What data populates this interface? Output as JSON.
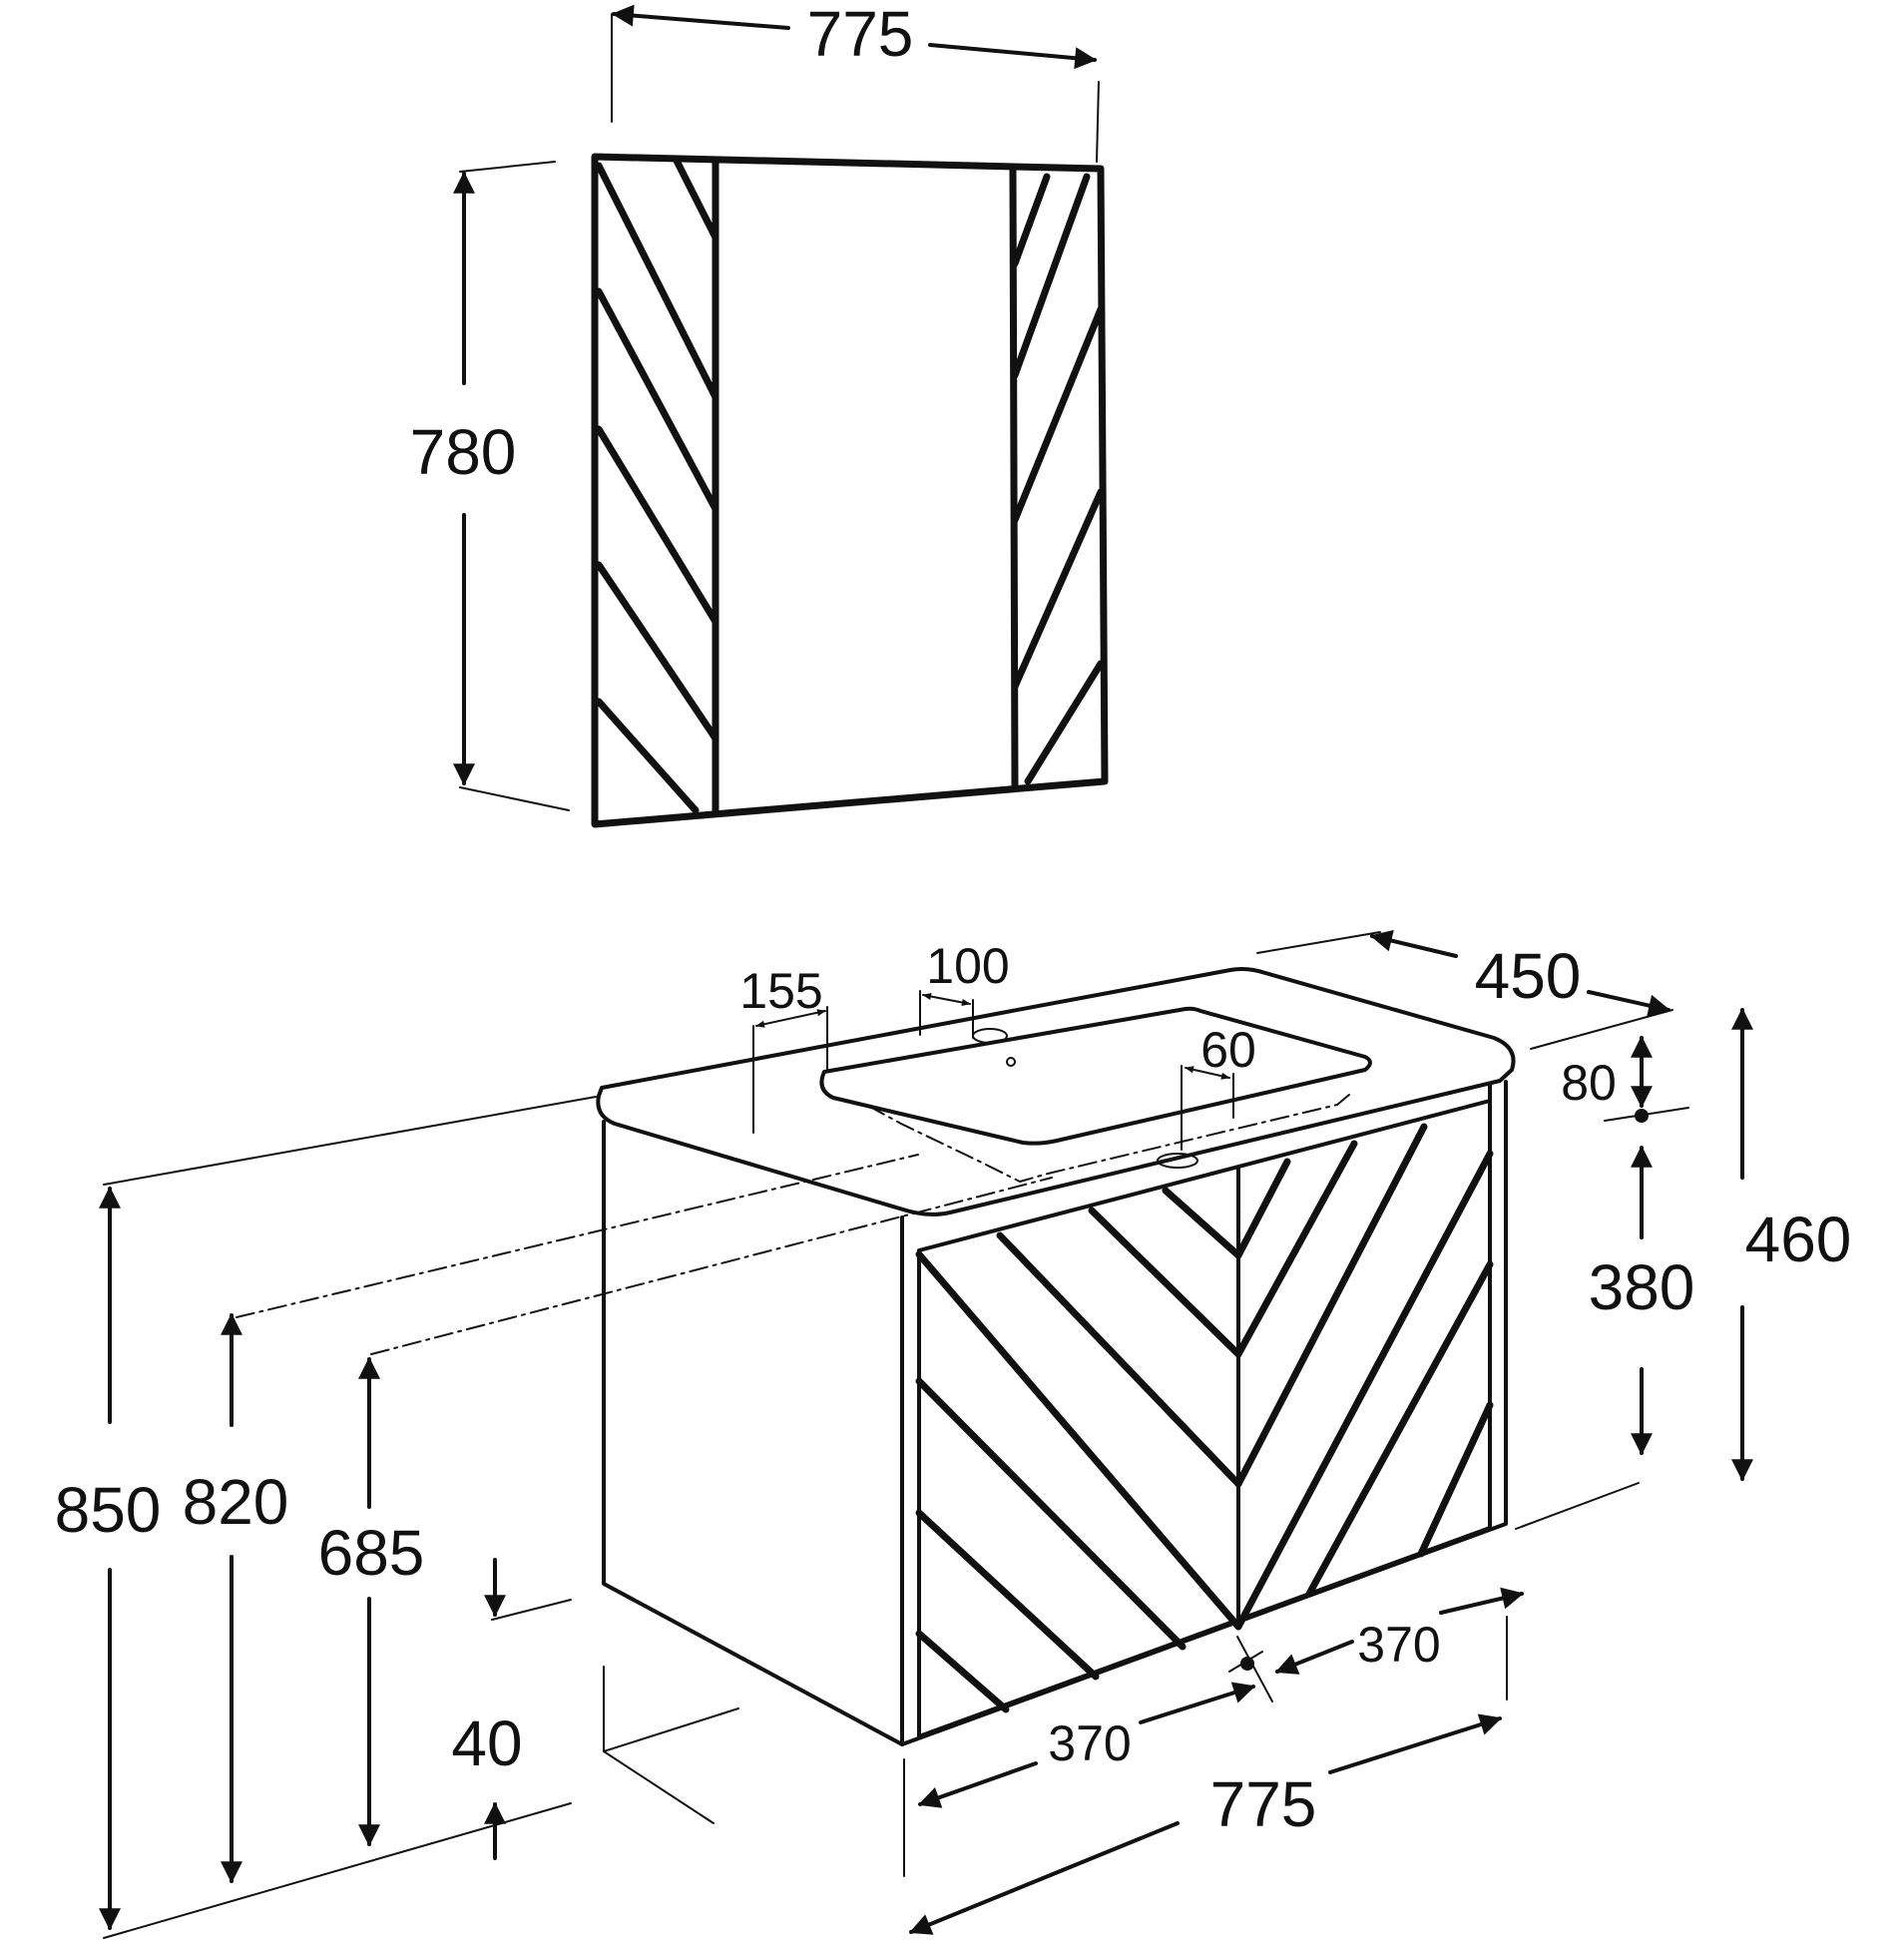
{
  "colors": {
    "ink": "#111111",
    "background": "#ffffff"
  },
  "mirror": {
    "width_label": "775",
    "height_label": "780"
  },
  "vanity": {
    "labels": {
      "overall_height": "850",
      "top_height": "820",
      "inner_height": "685",
      "plinth": "40",
      "width_front": "775",
      "half_left": "370",
      "half_right": "370",
      "depth": "450",
      "side_height": "460",
      "front_height": "380",
      "top_thickness": "80",
      "tap_offset": "155",
      "tap_hole_width": "100",
      "drain_offset": "60"
    }
  }
}
